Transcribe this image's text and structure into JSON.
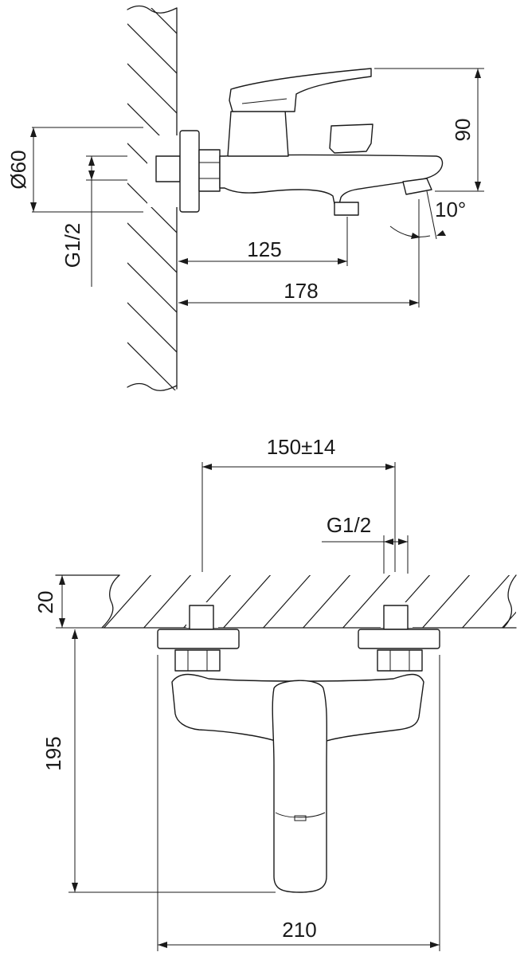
{
  "side_view": {
    "dim_diameter": "Ø60",
    "dim_thread": "G1/2",
    "dim_height": "90",
    "dim_angle": "10°",
    "dim_outlet_distance": "125",
    "dim_spout_length": "178"
  },
  "top_view": {
    "dim_centers": "150±14",
    "dim_thread": "G1/2",
    "dim_wall": "20",
    "dim_depth": "195",
    "dim_width": "210"
  }
}
